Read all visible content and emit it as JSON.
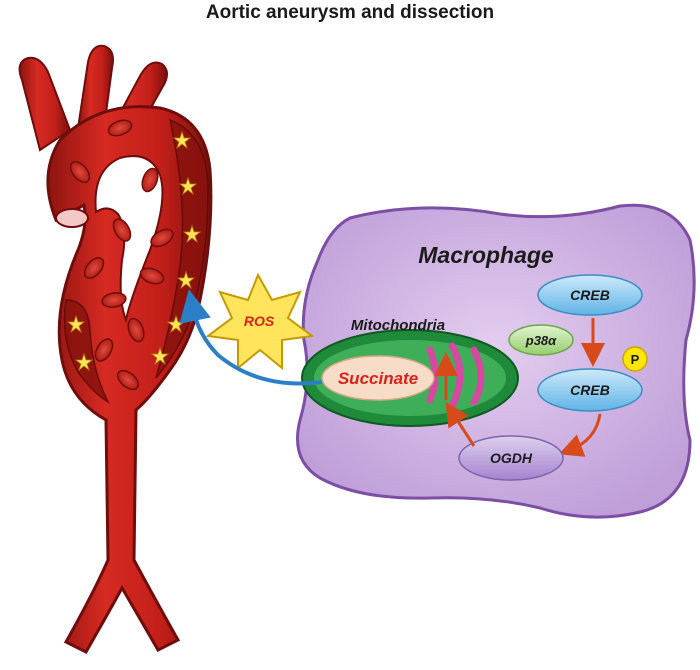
{
  "title": "Aortic aneurysm and dissection",
  "labels": {
    "macrophage": "Macrophage",
    "mitochondria": "Mitochondria",
    "succinate": "Succinate",
    "ros": "ROS",
    "creb_top": "CREB",
    "p38": "p38α",
    "creb_bottom": "CREB",
    "phospho": "P",
    "ogdh": "OGDH"
  },
  "colors": {
    "aorta": "#c8201c",
    "aorta_dark": "#6e0d0b",
    "macrophage_fill": "#cdb0e0",
    "mito_green": "#1f8a3a",
    "creb_blue": "#8fcdf0",
    "p38_green": "#b8df9a",
    "ogdh_purple": "#b79ad6",
    "phospho_yellow": "#ffe600",
    "ros_yellow": "#ffe45c",
    "arrow_red": "#d84a1b",
    "arrow_blue": "#2b7fc6"
  }
}
